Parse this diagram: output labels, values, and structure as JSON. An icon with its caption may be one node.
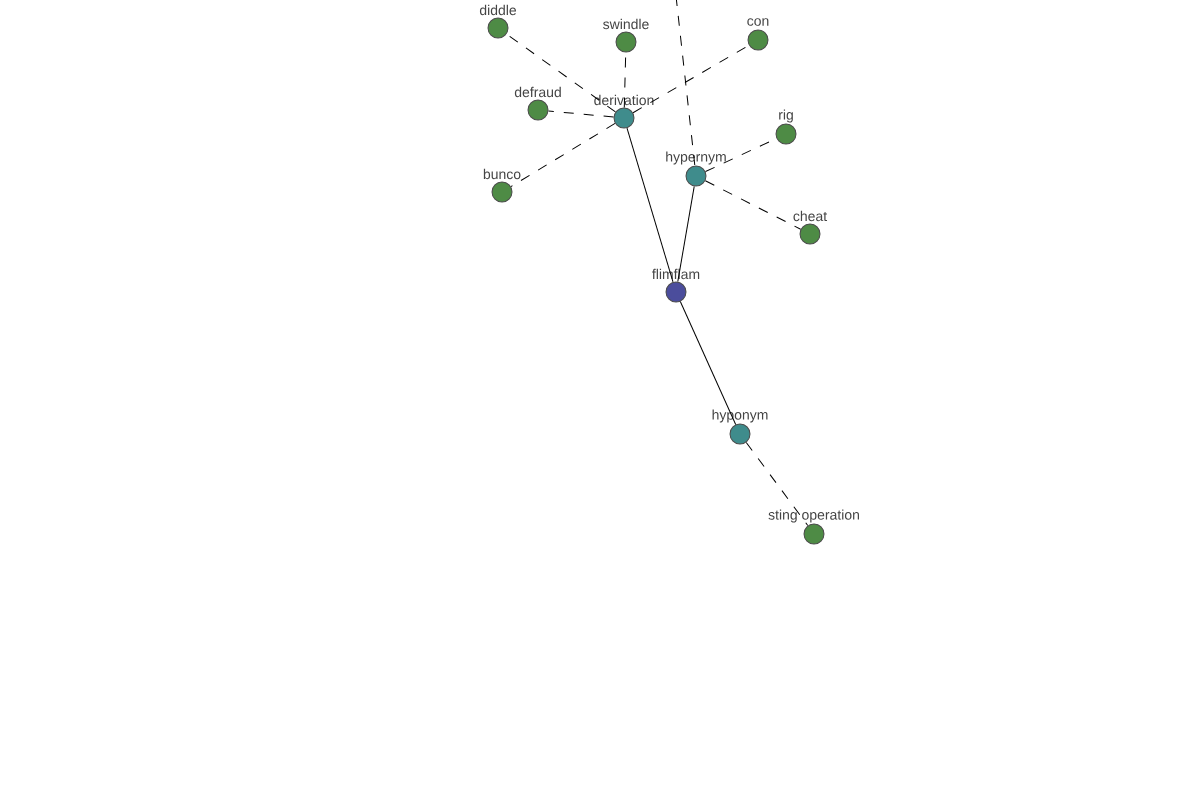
{
  "diagram": {
    "nodes": [
      {
        "text": [
          "diddle"
        ]
      },
      {
        "text": [
          "swindle"
        ]
      },
      {
        "text": [
          "con"
        ]
      },
      {
        "text": [
          "defraud"
        ]
      },
      {
        "text": [
          "derivation"
        ]
      },
      {
        "text": [
          "rig"
        ]
      },
      {
        "text": [
          "bunco"
        ]
      },
      {
        "text": [
          "hypernym"
        ]
      },
      {
        "text": [
          "cheat"
        ]
      },
      {
        "text": [
          "flimflam"
        ]
      },
      {
        "text": [
          "hyponym"
        ]
      },
      {
        "text": [
          "sting operation"
        ]
      }
    ],
    "edges": [
      {
        "from": 9,
        "to": 4,
        "arrow": "none"
      },
      {
        "from": 9,
        "to": 7,
        "arrow": "none"
      },
      {
        "from": 9,
        "to": 10,
        "arrow": "none"
      },
      {
        "from": 4,
        "to": 0,
        "arrow": "none",
        "style": "dashed"
      },
      {
        "from": 4,
        "to": 1,
        "arrow": "none",
        "style": "dashed"
      },
      {
        "from": 4,
        "to": 2,
        "arrow": "none",
        "style": "dashed"
      },
      {
        "from": 4,
        "to": 3,
        "arrow": "none",
        "style": "dashed"
      },
      {
        "from": 4,
        "to": 6,
        "arrow": "none",
        "style": "dashed"
      },
      {
        "from": null,
        "to": 7,
        "arrow": "none",
        "style": "dashed"
      },
      {
        "from": 7,
        "to": 5,
        "arrow": "none",
        "style": "dashed"
      },
      {
        "from": 7,
        "to": 8,
        "arrow": "none",
        "style": "dashed"
      },
      {
        "from": 10,
        "to": 11,
        "arrow": "none",
        "style": "dashed"
      }
    ]
  }
}
